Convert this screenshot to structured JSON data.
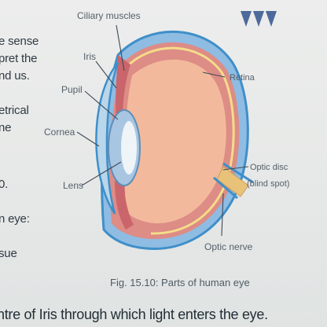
{
  "labels": {
    "ciliary_muscles": "Ciliary muscles",
    "iris": "Iris",
    "pupil": "Pupil",
    "cornea": "Cornea",
    "lens": "Lens",
    "retina": "Retina",
    "optic_disc_line1": "Optic disc",
    "optic_disc_line2": "(blind spot)",
    "optic_nerve": "Optic nerve"
  },
  "caption": "Fig. 15.10: Parts of human eye",
  "text_fragments": [
    "e sense",
    "pret the",
    "nd us.",
    "etrical",
    "ne",
    "0.",
    "n eye:",
    "sue"
  ],
  "bottom_text": "ntre of Iris through which light enters the eye.",
  "colors": {
    "sclera": "#3f8fc9",
    "choroid": "#e28f86",
    "vitreous": "#f2b99a",
    "lens": "#a8c6e2",
    "nerve": "#e9c27a",
    "accent_triangles": "#4d6a9a"
  }
}
